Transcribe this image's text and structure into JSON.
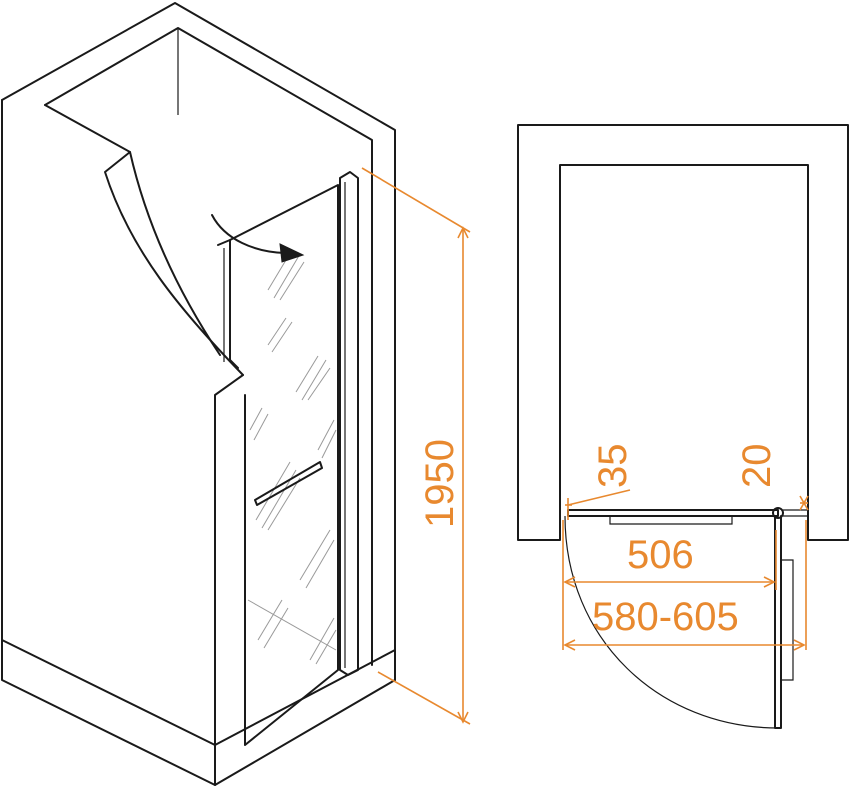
{
  "diagram": {
    "dimension_color": "#e8892f",
    "line_color": "#1a1a1a",
    "iso_view": {
      "height_label": "1950",
      "open_arrow_icon": "swing-arrow-icon"
    },
    "plan_view": {
      "label_left_gap": "35",
      "label_right_gap": "20",
      "label_door_width": "506",
      "label_opening_range": "580-605"
    }
  }
}
